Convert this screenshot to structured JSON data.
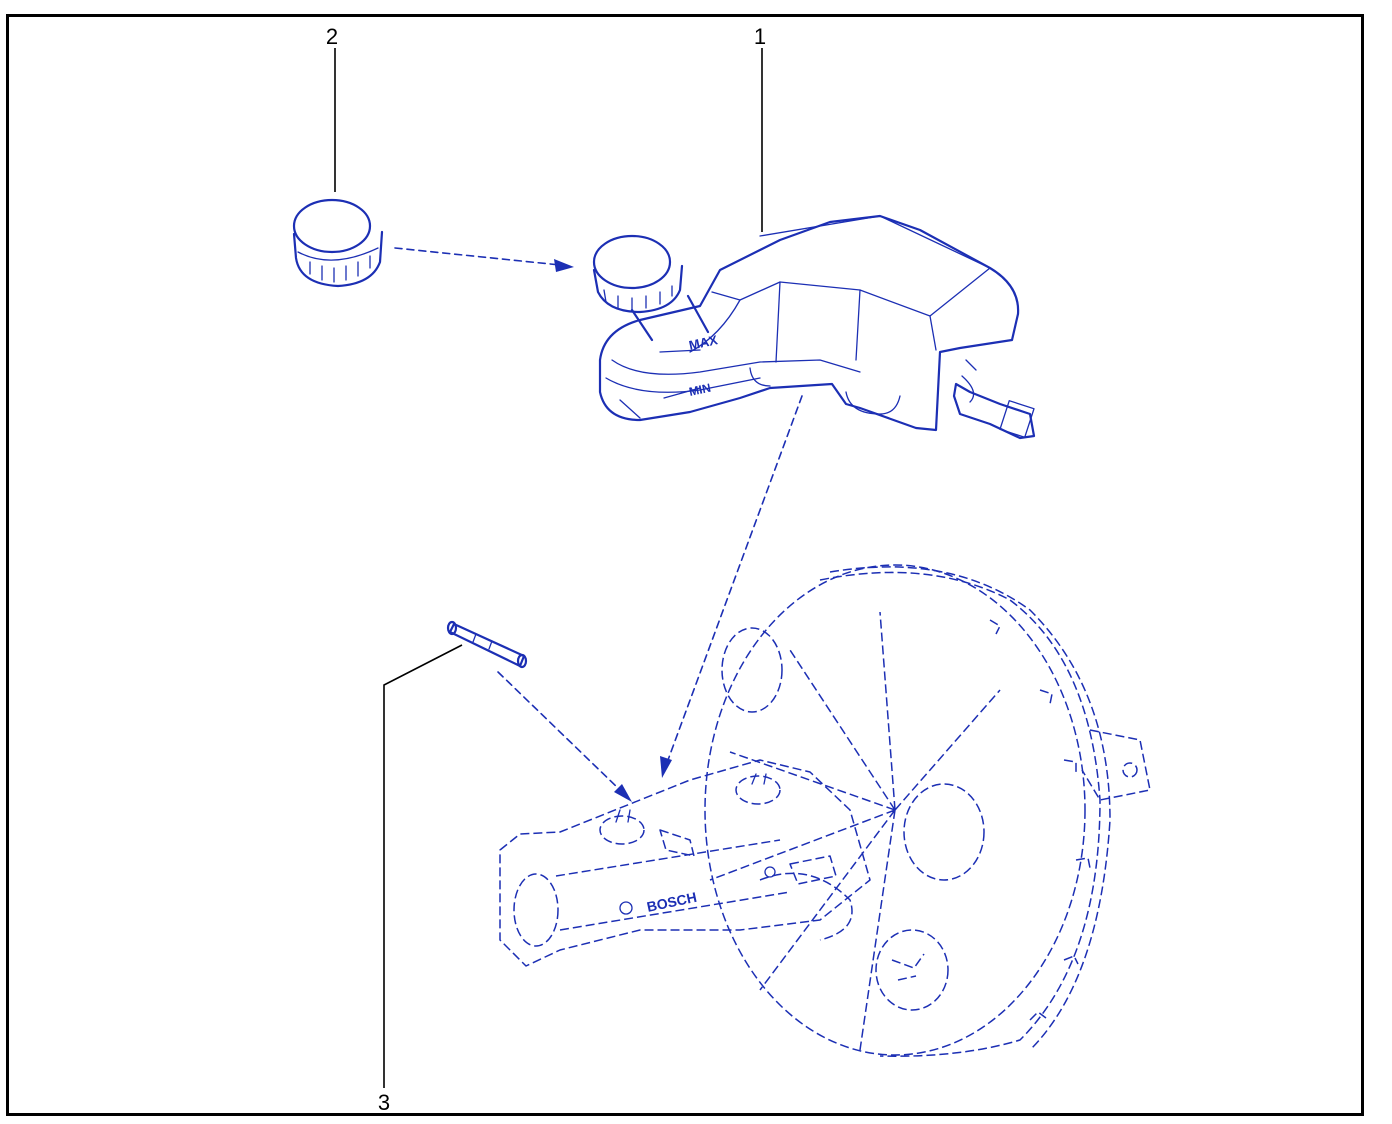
{
  "diagram": {
    "line_color": "#1c2fb4",
    "callouts": [
      {
        "number": "1",
        "part": "brake-fluid-reservoir"
      },
      {
        "number": "2",
        "part": "reservoir-cap"
      },
      {
        "number": "3",
        "part": "retaining-pin"
      }
    ],
    "reservoir_marks": {
      "max": "MAX",
      "min": "MIN"
    },
    "master_cylinder_marking": "BOSCH"
  }
}
